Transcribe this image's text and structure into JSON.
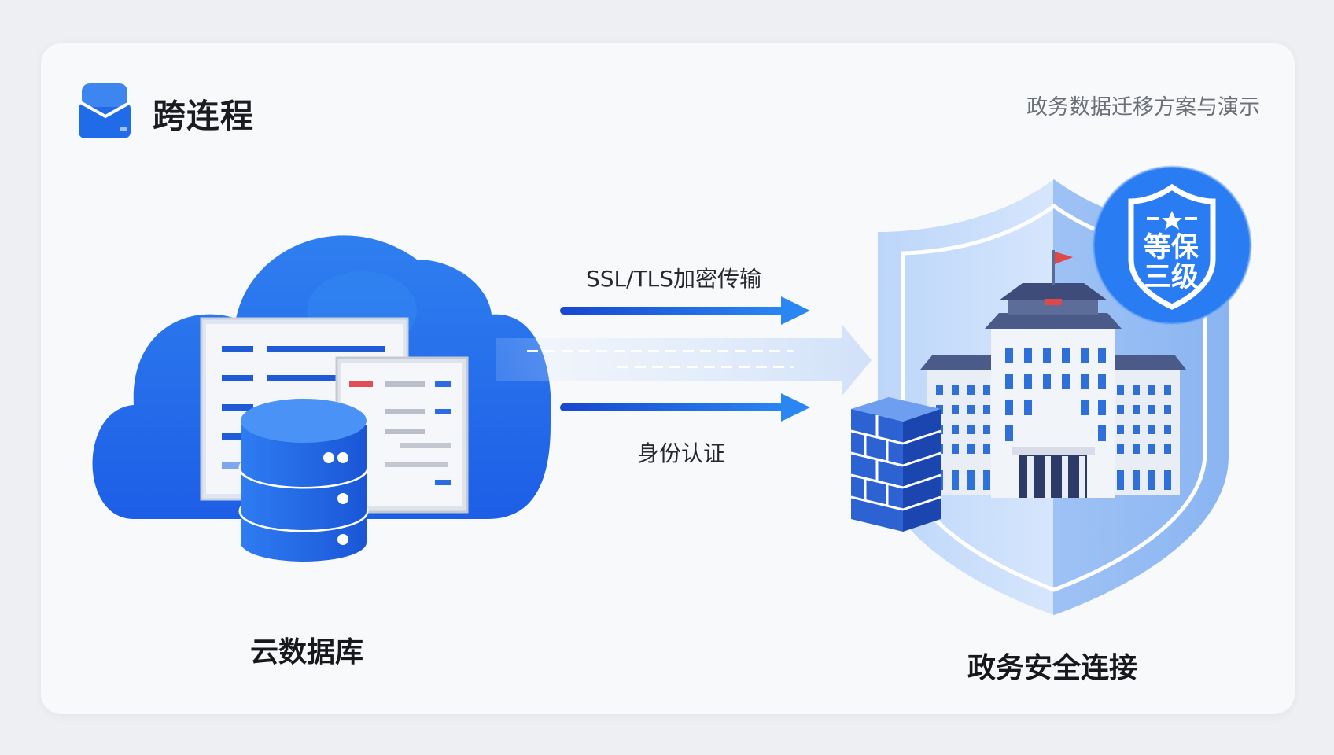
{
  "header": {
    "brand_name": "跨连程",
    "tagline": "政务数据迁移方案与演示"
  },
  "connection": {
    "top_arrow_label": "SSL/TLS加密传输",
    "bottom_arrow_label": "身份认证"
  },
  "left_node": {
    "label": "云数据库",
    "icon": "cloud-database-icon"
  },
  "right_node": {
    "label": "政务安全连接",
    "icon": "government-building-shield-icon"
  },
  "badge": {
    "line1": "等保",
    "line2": "三级",
    "icon": "shield-badge-icon"
  },
  "colors": {
    "primary": "#1f6be8",
    "light": "#a9c8f5",
    "accent_red": "#e04848"
  }
}
